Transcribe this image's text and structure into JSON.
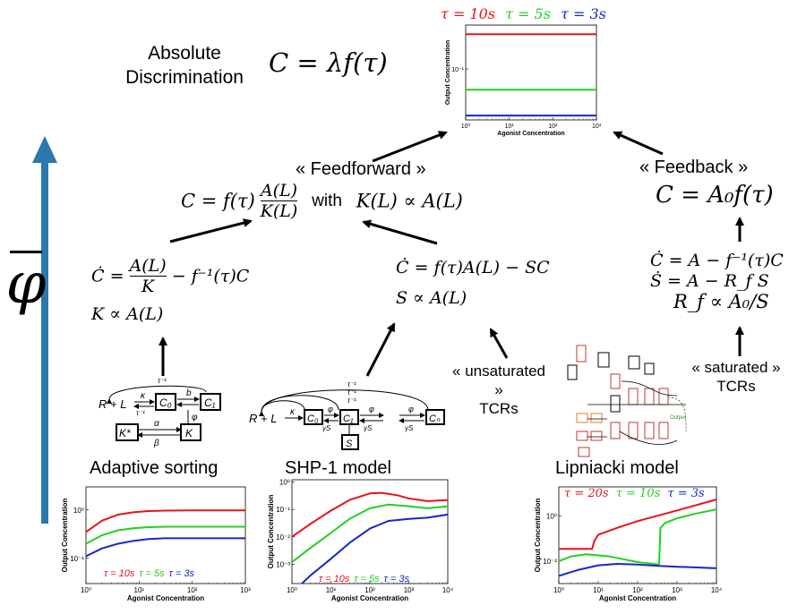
{
  "top": {
    "title_line1": "Absolute",
    "title_line2": "Discrimination",
    "formula": "C = λf(τ)",
    "legend": [
      {
        "label": "τ = 10s",
        "color": "#e8121b"
      },
      {
        "label": "τ = 5s",
        "color": "#22d11f"
      },
      {
        "label": "τ = 3s",
        "color": "#1726c8"
      }
    ]
  },
  "feedforward": {
    "label": "« Feedforward »",
    "formula_main": "C = f(τ)",
    "frac_num": "A(L)",
    "frac_den": "K(L)",
    "with": "with",
    "formula_cond": "K(L) ∝ A(L)"
  },
  "feedback": {
    "label": "« Feedback »",
    "formula": "C = A₀f(τ)",
    "eq1": "Ċ = A − f⁻¹(τ)C",
    "eq2": "Ṡ = A − R_f S",
    "eq3": "R_f ∝ A₀/S",
    "saturated": "« saturated »",
    "tcrs": "TCRs"
  },
  "adaptive": {
    "eq_lhs": "Ċ =",
    "frac_num": "A(L)",
    "frac_den": "K",
    "eq_rhs": "− f⁻¹(τ)C",
    "eq2": "K ∝ A(L)",
    "name": "Adaptive sorting",
    "nodes": {
      "rl": "R + L",
      "c0": "C₀",
      "c1": "C₁",
      "kstar": "K*",
      "k": "K"
    },
    "rates": {
      "kappa": "κ",
      "tauinv": "τ⁻¹",
      "b": "b",
      "phi": "φ",
      "alpha": "α",
      "beta": "β"
    }
  },
  "shp": {
    "eq1": "Ċ = f(τ)A(L) − SC",
    "eq2": "S ∝ A(L)",
    "unsaturated": "« unsaturated »",
    "tcrs": "TCRs",
    "name": "SHP-1 model",
    "nodes": {
      "rl": "R + L",
      "c0": "C₀",
      "c1": "C₁",
      "s": "S",
      "cn": "Cₙ"
    },
    "rates": {
      "kappa": "κ",
      "tauinv": "τ⁻¹",
      "phi": "φ",
      "gammas": "γS"
    }
  },
  "lipniacki": {
    "name": "Lipniacki model",
    "legend": [
      {
        "label": "τ = 20s",
        "color": "#e8121b"
      },
      {
        "label": "τ = 10s",
        "color": "#22d11f"
      },
      {
        "label": "τ = 3s",
        "color": "#1726c8"
      }
    ],
    "output_label": "Output"
  },
  "side": {
    "phi_bar": "φ",
    "arrow_color": "#2a78ad"
  },
  "axes": {
    "xlabel": "Agonist Concentration",
    "ylabel": "Output Concentration"
  },
  "chart_data": [
    {
      "type": "line",
      "id": "top",
      "xscale": "log",
      "yscale": "log",
      "xlim": [
        1,
        1000
      ],
      "ylim": [
        0.02,
        0.4
      ],
      "xticks": [
        {
          "v": 1,
          "t": "10⁰"
        },
        {
          "v": 10,
          "t": "10¹"
        },
        {
          "v": 100,
          "t": "10²"
        },
        {
          "v": 1000,
          "t": "10³"
        }
      ],
      "yticks": [
        {
          "v": 0.1,
          "t": "10⁻¹"
        }
      ],
      "xlabel": "Agonist Concentration",
      "ylabel": "Output Concentration",
      "series": [
        {
          "name": "τ = 10s",
          "color": "#e8121b",
          "x": [
            1,
            1000
          ],
          "y": [
            0.3,
            0.3
          ]
        },
        {
          "name": "τ = 5s",
          "color": "#22d11f",
          "x": [
            1,
            1000
          ],
          "y": [
            0.052,
            0.052
          ]
        },
        {
          "name": "τ = 3s",
          "color": "#1726c8",
          "x": [
            1,
            1000
          ],
          "y": [
            0.023,
            0.023
          ]
        }
      ]
    },
    {
      "type": "line",
      "id": "adaptive",
      "xscale": "log",
      "yscale": "log",
      "xlim": [
        1,
        1000
      ],
      "ylim": [
        0.03,
        3
      ],
      "xticks": [
        {
          "v": 1,
          "t": "10⁰"
        },
        {
          "v": 10,
          "t": "10¹"
        },
        {
          "v": 100,
          "t": "10²"
        },
        {
          "v": 1000,
          "t": "10³"
        }
      ],
      "yticks": [
        {
          "v": 1,
          "t": "10⁰"
        },
        {
          "v": 0.1,
          "t": "10⁻¹"
        }
      ],
      "xlabel": "Agonist Concentration",
      "ylabel": "Output Concentration",
      "series": [
        {
          "name": "τ = 10s",
          "color": "#e8121b",
          "x": [
            1,
            2,
            4,
            8,
            15,
            30,
            100,
            1000
          ],
          "y": [
            0.35,
            0.6,
            0.8,
            0.9,
            0.95,
            0.97,
            0.98,
            0.98
          ]
        },
        {
          "name": "τ = 5s",
          "color": "#22d11f",
          "x": [
            1,
            2,
            4,
            8,
            15,
            30,
            100,
            1000
          ],
          "y": [
            0.2,
            0.3,
            0.38,
            0.42,
            0.44,
            0.45,
            0.45,
            0.45
          ]
        },
        {
          "name": "τ = 3s",
          "color": "#1726c8",
          "x": [
            1,
            2,
            4,
            8,
            15,
            30,
            100,
            1000
          ],
          "y": [
            0.11,
            0.16,
            0.2,
            0.23,
            0.25,
            0.26,
            0.26,
            0.26
          ]
        }
      ]
    },
    {
      "type": "line",
      "id": "shp",
      "xscale": "log",
      "yscale": "log",
      "xlim": [
        1,
        10000
      ],
      "ylim": [
        0.0002,
        1.2
      ],
      "xticks": [
        {
          "v": 1,
          "t": "10⁰"
        },
        {
          "v": 10,
          "t": "10¹"
        },
        {
          "v": 100,
          "t": "10²"
        },
        {
          "v": 1000,
          "t": "10³"
        },
        {
          "v": 10000,
          "t": "10⁴"
        }
      ],
      "yticks": [
        {
          "v": 1,
          "t": "10⁰"
        },
        {
          "v": 0.1,
          "t": "10⁻¹"
        },
        {
          "v": 0.01,
          "t": "10⁻²"
        },
        {
          "v": 0.001,
          "t": "10⁻³"
        }
      ],
      "xlabel": "Agonist Concentration",
      "ylabel": "Output Concentration",
      "series": [
        {
          "name": "τ = 10s",
          "color": "#e8121b",
          "x": [
            1,
            3,
            10,
            30,
            100,
            200,
            500,
            1000,
            3000,
            10000
          ],
          "y": [
            0.01,
            0.03,
            0.09,
            0.22,
            0.38,
            0.4,
            0.33,
            0.25,
            0.2,
            0.22
          ]
        },
        {
          "name": "τ = 5s",
          "color": "#22d11f",
          "x": [
            1,
            3,
            10,
            30,
            100,
            300,
            1000,
            3000,
            10000
          ],
          "y": [
            0.0012,
            0.004,
            0.014,
            0.045,
            0.11,
            0.15,
            0.13,
            0.11,
            0.13
          ]
        },
        {
          "name": "τ = 3s",
          "color": "#1726c8",
          "x": [
            1.8,
            3,
            10,
            30,
            100,
            300,
            1000,
            3000,
            10000
          ],
          "y": [
            0.0002,
            0.0004,
            0.0016,
            0.006,
            0.02,
            0.038,
            0.045,
            0.05,
            0.065
          ]
        }
      ]
    },
    {
      "type": "line",
      "id": "lipniacki",
      "xscale": "log",
      "yscale": "log",
      "xlim": [
        1,
        10000
      ],
      "ylim": [
        0.001,
        20
      ],
      "xticks": [
        {
          "v": 1,
          "t": "10⁰"
        },
        {
          "v": 10,
          "t": "10¹"
        },
        {
          "v": 100,
          "t": "10²"
        },
        {
          "v": 1000,
          "t": "10³"
        },
        {
          "v": 10000,
          "t": "10⁴"
        }
      ],
      "yticks": [
        {
          "v": 1,
          "t": "10⁰"
        },
        {
          "v": 0.01,
          "t": "10⁻²"
        }
      ],
      "xlabel": "Agonist Concentration",
      "ylabel": "Output Concentration",
      "series": [
        {
          "name": "τ = 20s",
          "color": "#e8121b",
          "x": [
            1,
            3,
            7,
            8,
            10,
            30,
            100,
            1000,
            10000
          ],
          "y": [
            0.035,
            0.035,
            0.035,
            0.08,
            0.15,
            0.3,
            0.6,
            1.8,
            5.5
          ]
        },
        {
          "name": "τ = 10s",
          "color": "#22d11f",
          "x": [
            1,
            2,
            5,
            20,
            100,
            350,
            380,
            500,
            1000,
            3000,
            10000
          ],
          "y": [
            0.01,
            0.016,
            0.02,
            0.016,
            0.009,
            0.007,
            0.3,
            0.5,
            0.8,
            1.3,
            2.0
          ]
        },
        {
          "name": "τ = 3s",
          "color": "#1726c8",
          "x": [
            1,
            3,
            10,
            30,
            100,
            300,
            1000,
            10000
          ],
          "y": [
            0.0022,
            0.004,
            0.0065,
            0.0075,
            0.007,
            0.0062,
            0.0056,
            0.0048
          ]
        }
      ]
    }
  ]
}
